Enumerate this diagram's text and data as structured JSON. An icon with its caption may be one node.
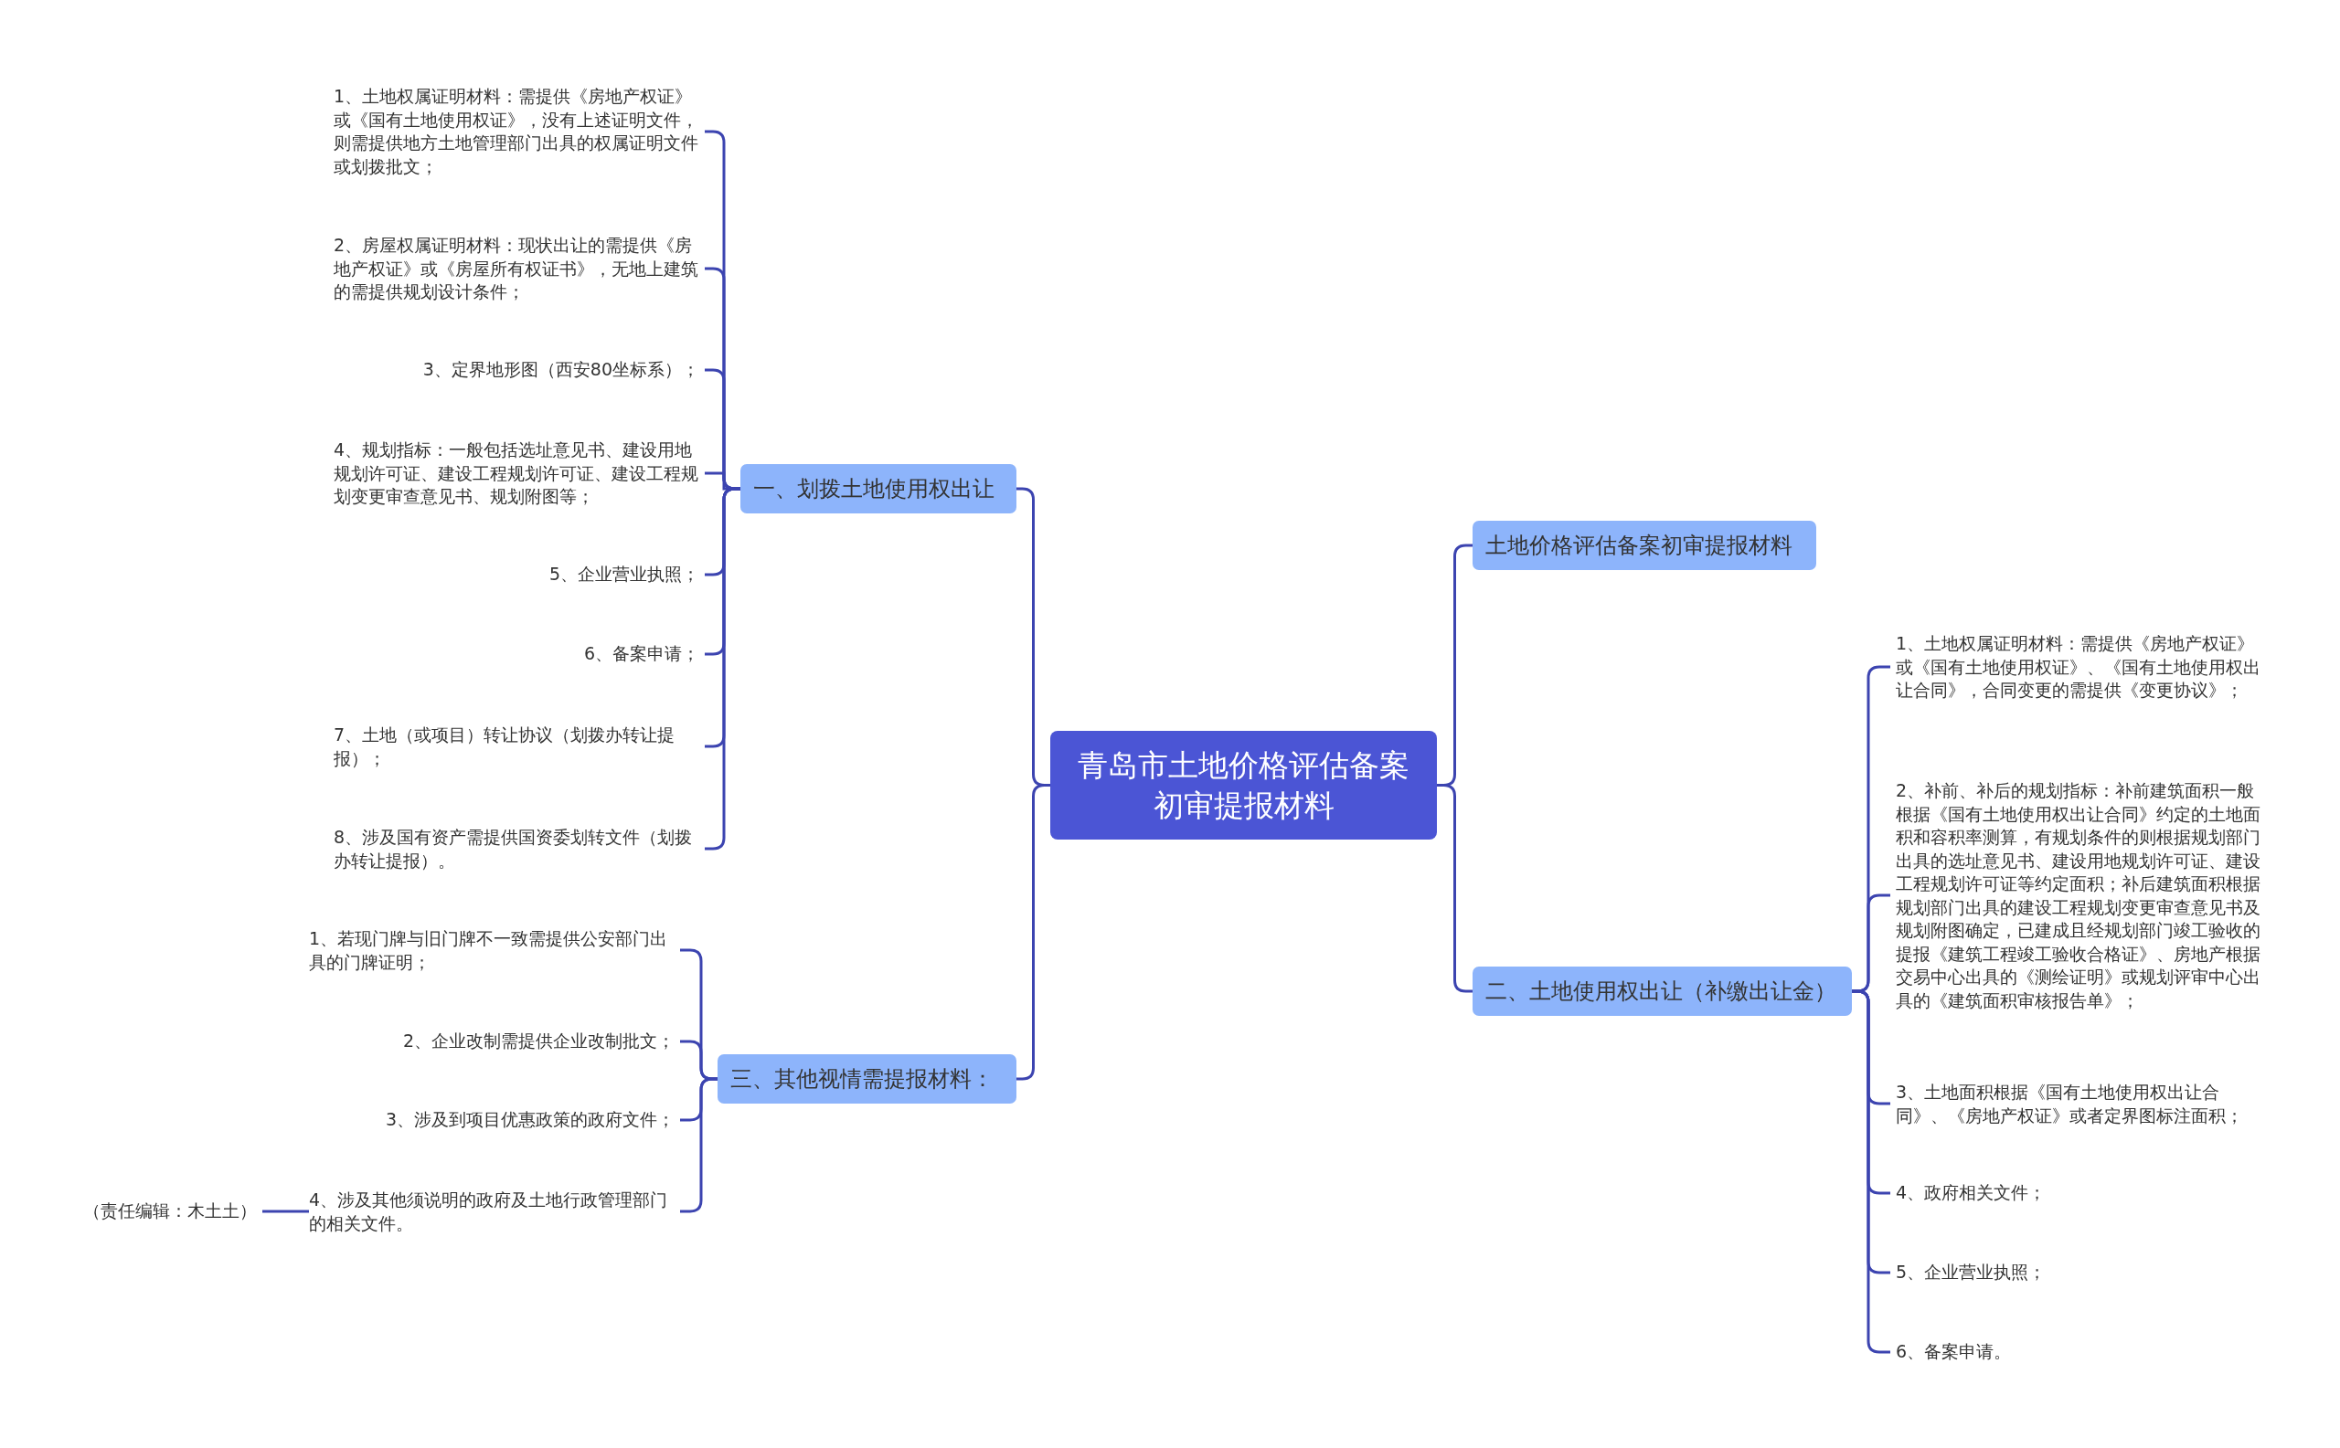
{
  "diagram": {
    "nodes": [
      {
        "text": [
          "青岛市土地价格评估备案初审提报材料"
        ]
      },
      {
        "text": [
          "一、划拨土地使用权出让"
        ]
      },
      {
        "text": [
          "1、土地权属证明材料：需提供《房地产权证》或《国有土地使用权证》，没有上述证明文件，则需提供地方土地管理部门出具的权属证明文件或划拨批文；"
        ]
      },
      {
        "text": [
          "2、房屋权属证明材料：现状出让的需提供《房地产权证》或《房屋所有权证书》，无地上建筑的需提供规划设计条件；"
        ]
      },
      {
        "text": [
          "3、定界地形图（西安80坐标系）；"
        ]
      },
      {
        "text": [
          "4、规划指标：一般包括选址意见书、建设用地规划许可证、建设工程规划许可证、建设工程规划变更审查意见书、规划附图等；"
        ]
      },
      {
        "text": [
          "5、企业营业执照；"
        ]
      },
      {
        "text": [
          "6、备案申请；"
        ]
      },
      {
        "text": [
          "7、土地（或项目）转让协议（划拨办转让提报）；"
        ]
      },
      {
        "text": [
          "8、涉及国有资产需提供国资委划转文件（划拨办转让提报）。"
        ]
      },
      {
        "text": [
          "三、其他视情需提报材料："
        ]
      },
      {
        "text": [
          "1、若现门牌与旧门牌不一致需提供公安部门出具的门牌证明；"
        ]
      },
      {
        "text": [
          "2、企业改制需提供企业改制批文；"
        ]
      },
      {
        "text": [
          "3、涉及到项目优惠政策的政府文件；"
        ]
      },
      {
        "text": [
          "4、涉及其他须说明的政府及土地行政管理部门的相关文件。"
        ]
      },
      {
        "text": [
          "（责任编辑：木土土）"
        ]
      },
      {
        "text": [
          "土地价格评估备案初审提报材料"
        ]
      },
      {
        "text": [
          "二、土地使用权出让（补缴出让金）"
        ]
      },
      {
        "text": [
          "1、土地权属证明材料：需提供《房地产权证》或《国有土地使用权证》、《国有土地使用权出让合同》，合同变更的需提供《变更协议》；"
        ]
      },
      {
        "text": [
          "2、补前、补后的规划指标：补前建筑面积一般根据《国有土地使用权出让合同》约定的土地面积和容积率测算，有规划条件的则根据规划部门出具的选址意见书、建设用地规划许可证、建设工程规划许可证等约定面积；补后建筑面积根据规划部门出具的建设工程规划变更审查意见书及规划附图确定，已建成且经规划部门竣工验收的提报《建筑工程竣工验收合格证》、房地产根据交易中心出具的《测绘证明》或规划评审中心出具的《建筑面积审核报告单》；"
        ]
      },
      {
        "text": [
          "3、土地面积根据《国有土地使用权出让合同》、《房地产权证》或者定界图标注面积；"
        ]
      },
      {
        "text": [
          "4、政府相关文件；"
        ]
      },
      {
        "text": [
          "5、企业营业执照；"
        ]
      },
      {
        "text": [
          "6、备案申请。"
        ]
      }
    ],
    "edges": [
      {
        "from": 0,
        "to": 1,
        "arrow": "none"
      },
      {
        "from": 1,
        "to": 2,
        "arrow": "none"
      },
      {
        "from": 1,
        "to": 3,
        "arrow": "none"
      },
      {
        "from": 1,
        "to": 4,
        "arrow": "none"
      },
      {
        "from": 1,
        "to": 5,
        "arrow": "none"
      },
      {
        "from": 1,
        "to": 6,
        "arrow": "none"
      },
      {
        "from": 1,
        "to": 7,
        "arrow": "none"
      },
      {
        "from": 1,
        "to": 8,
        "arrow": "none"
      },
      {
        "from": 1,
        "to": 9,
        "arrow": "none"
      },
      {
        "from": 0,
        "to": 10,
        "arrow": "none"
      },
      {
        "from": 10,
        "to": 11,
        "arrow": "none"
      },
      {
        "from": 10,
        "to": 12,
        "arrow": "none"
      },
      {
        "from": 10,
        "to": 13,
        "arrow": "none"
      },
      {
        "from": 10,
        "to": 14,
        "arrow": "none"
      },
      {
        "from": 14,
        "to": 15,
        "arrow": "none"
      },
      {
        "from": 0,
        "to": 16,
        "arrow": "none"
      },
      {
        "from": 0,
        "to": 17,
        "arrow": "none"
      },
      {
        "from": 17,
        "to": 18,
        "arrow": "none"
      },
      {
        "from": 17,
        "to": 19,
        "arrow": "none"
      },
      {
        "from": 17,
        "to": 20,
        "arrow": "none"
      },
      {
        "from": 17,
        "to": 21,
        "arrow": "none"
      },
      {
        "from": 17,
        "to": 22,
        "arrow": "none"
      },
      {
        "from": 17,
        "to": 23,
        "arrow": "none"
      }
    ]
  }
}
